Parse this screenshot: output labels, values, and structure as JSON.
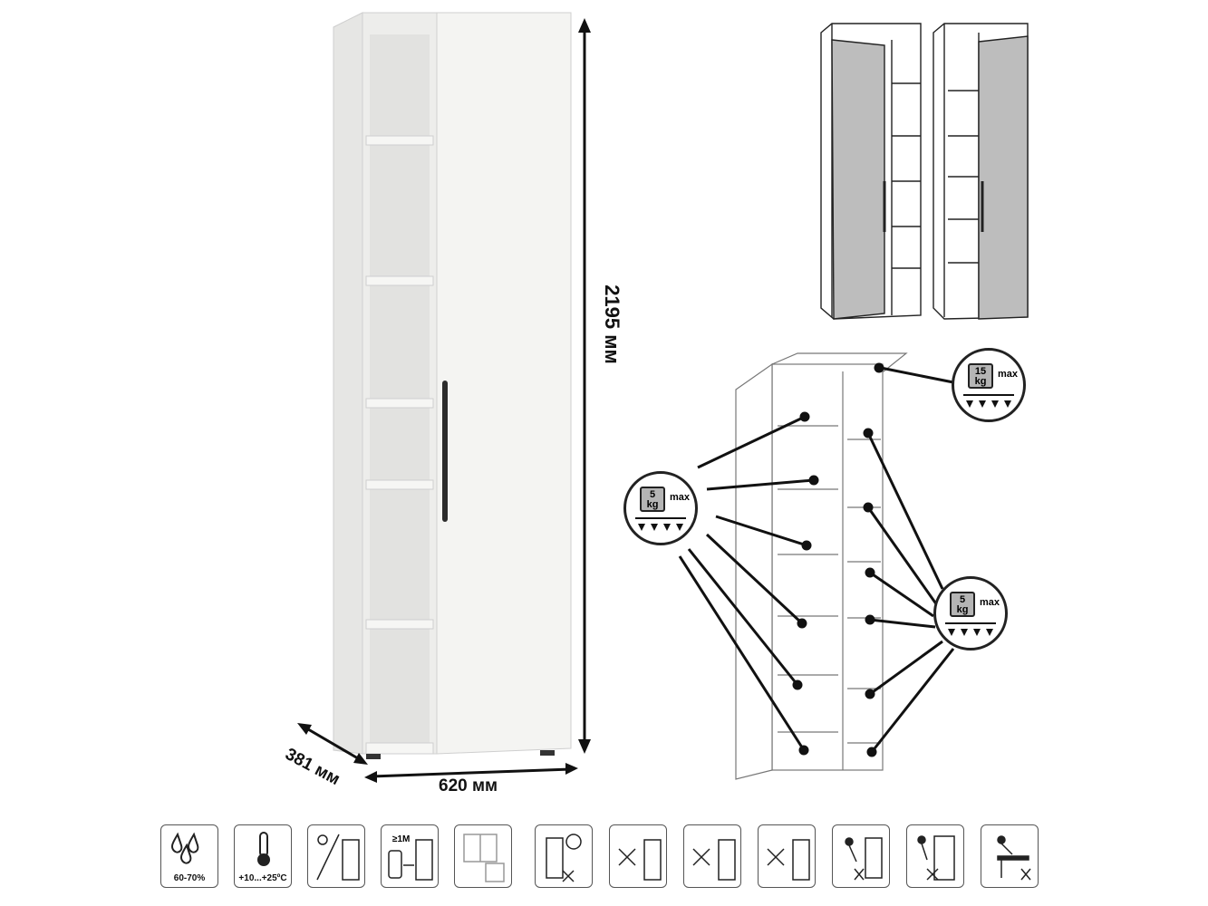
{
  "dimensions": {
    "height": "2195 мм",
    "depth": "381 мм",
    "width": "620 мм"
  },
  "load_badges": [
    {
      "weight": "15",
      "unit": "kg",
      "max": "max"
    },
    {
      "weight": "5",
      "unit": "kg",
      "max": "max"
    },
    {
      "weight": "5",
      "unit": "kg",
      "max": "max"
    }
  ],
  "care_icons": [
    {
      "icon": "humidity-icon",
      "caption": "60-70%"
    },
    {
      "icon": "temperature-icon",
      "caption": "+10...+25ºC"
    },
    {
      "icon": "no-direct-sun-icon",
      "caption": ""
    },
    {
      "icon": "heater-distance-icon",
      "caption": "≥1M"
    },
    {
      "icon": "window-ventilation-icon",
      "caption": ""
    },
    {
      "icon": "no-wet-cleaning-icon",
      "caption": ""
    },
    {
      "icon": "no-liquids-icon",
      "caption": ""
    },
    {
      "icon": "no-spray-icon",
      "caption": ""
    },
    {
      "icon": "no-abrasive-icon",
      "caption": ""
    },
    {
      "icon": "no-pushing-icon",
      "caption": ""
    },
    {
      "icon": "no-climbing-icon",
      "caption": ""
    },
    {
      "icon": "no-sitting-icon",
      "caption": ""
    }
  ]
}
